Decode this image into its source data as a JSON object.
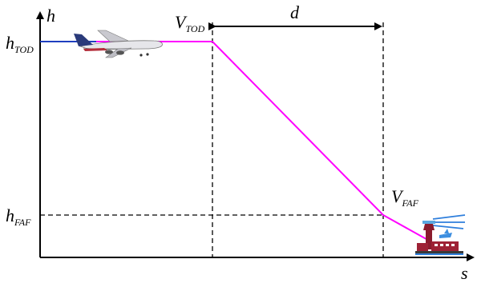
{
  "diagram": {
    "axis_y_label": "h",
    "axis_x_label": "s",
    "h_tod_main": "h",
    "h_tod_sub": "TOD",
    "h_faf_main": "h",
    "h_faf_sub": "FAF",
    "v_tod_main": "V",
    "v_tod_sub": "TOD",
    "v_faf_main": "V",
    "v_faf_sub": "FAF",
    "distance_label": "d",
    "colors": {
      "cruise_segment": "#1f3fbf",
      "descent_profile": "#ff00ff",
      "axes": "#000000",
      "guides": "#000000"
    },
    "icons": [
      "airplane-icon",
      "airport-tower-icon"
    ]
  }
}
